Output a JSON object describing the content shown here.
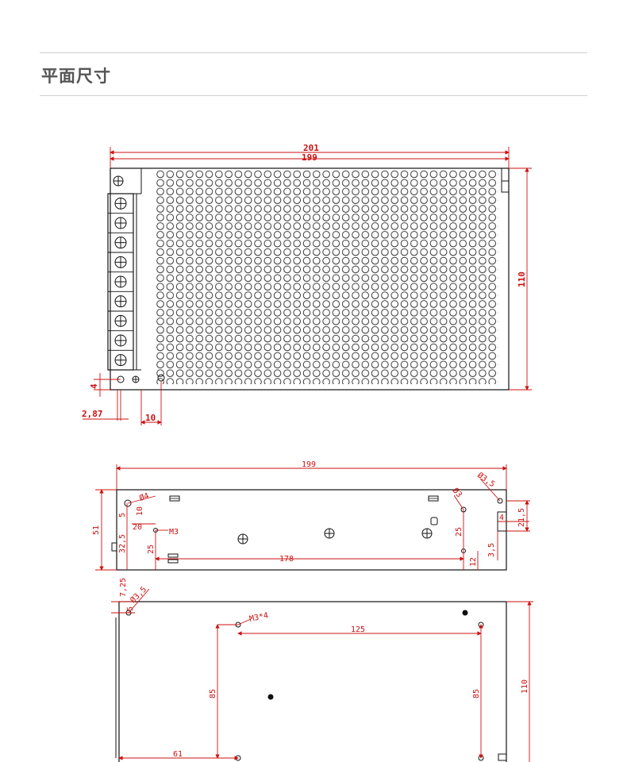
{
  "page": {
    "section_title": "平面尺寸"
  },
  "colors": {
    "dimension": "#cc1111",
    "outline": "#111111",
    "rule": "#cfcfcf",
    "title": "#555555"
  },
  "top_view": {
    "dim_overall_width": "201",
    "dim_inner_width": "199",
    "dim_height": "110",
    "dim_hole_offset_y": "4",
    "dim_hole_offset_x": "2,87",
    "dim_terminal_pitch": "10",
    "terminal_count": 9
  },
  "side_view": {
    "dim_length": "199",
    "dim_height": "51",
    "dim_hole_dia_left": "Ø4",
    "dim_left_small_1": "10",
    "dim_left_small_2": "5",
    "dim_left_offset": "20",
    "dim_thread": "M3",
    "dim_left_height_1": "32,5",
    "dim_left_height_2": "25",
    "dim_hole_spacing": "178",
    "dim_right_dia_1": "Ø3,5",
    "dim_right_dia_2": "Ø3",
    "dim_right_height": "25",
    "dim_right_bottom": "12",
    "dim_right_small": "4",
    "dim_right_slot": "21,5",
    "dim_right_low": "3,5"
  },
  "bottom_view": {
    "dim_corner_1": "7,25",
    "dim_corner_2": "5",
    "dim_corner_dia": "Ø3,5",
    "dim_thread": "M3*4",
    "dim_hole_spacing_x": "125",
    "dim_hole_spacing_y_left": "85",
    "dim_hole_spacing_y_right": "85",
    "dim_height": "110",
    "dim_bottom_offset": "61"
  }
}
